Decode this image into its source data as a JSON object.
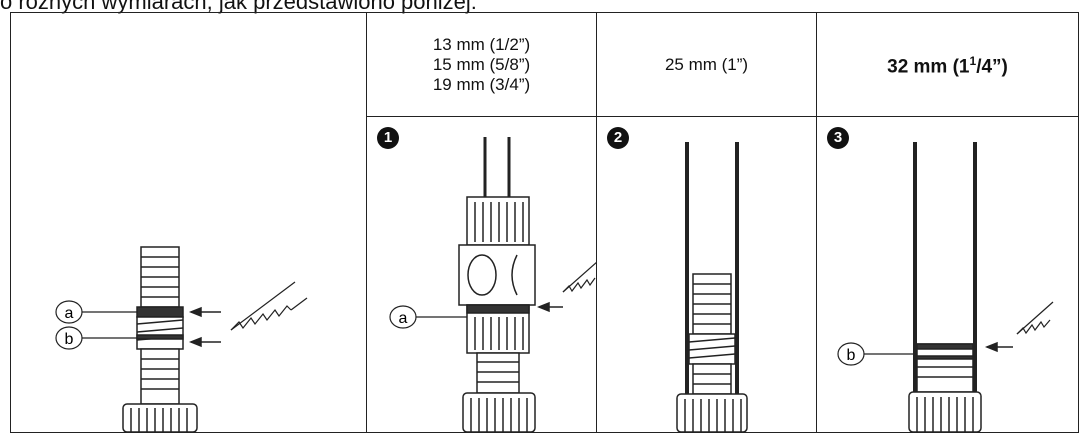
{
  "intro_text": "o różnych wymiarach, jak przedstawiono poniżej:",
  "table": {
    "headers": {
      "col1": [
        "13 mm (1/2”)",
        "15 mm (5/8”)",
        "19 mm (3/4”)"
      ],
      "col2": "25 mm (1”)",
      "col3_main": "32 mm (1",
      "col3_sup": "1",
      "col3_tail": "/4”)"
    },
    "steps": [
      "1",
      "2",
      "3"
    ],
    "labels": {
      "a": "a",
      "b": "b"
    }
  },
  "colors": {
    "line": "#222222",
    "badge": "#111111"
  }
}
